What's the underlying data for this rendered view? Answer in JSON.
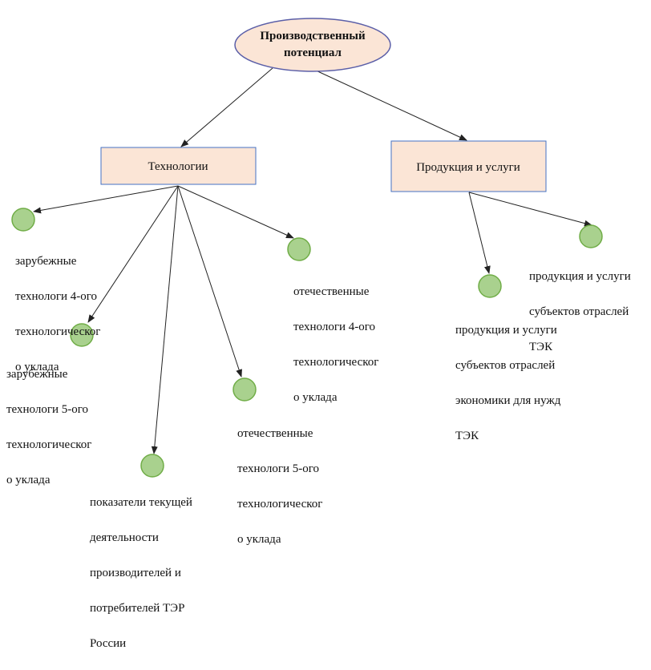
{
  "root": {
    "title_line1": "Производственный",
    "title_line2": "потенциал"
  },
  "branches": {
    "technologies": {
      "label": "Технологии"
    },
    "products": {
      "label": "Продукция и услуги"
    }
  },
  "leaves": {
    "foreign_4": [
      "зарубежные",
      "технологи 4-ого",
      "технологическог",
      "о уклада"
    ],
    "foreign_5": [
      "зарубежные",
      "технологи 5-ого",
      "технологическог",
      "о уклада"
    ],
    "indicators": [
      "показатели текущей",
      "деятельности",
      "производителей и",
      "потребителей ТЭР",
      "России"
    ],
    "domestic_5": [
      "отечественные",
      "технологи 5-ого",
      "технологическог",
      "о уклада"
    ],
    "domestic_4": [
      "отечественные",
      "технологи 4-ого",
      "технологическог",
      "о уклада"
    ],
    "products_economy": [
      "продукция и услуги",
      "субъектов отраслей",
      "экономики для нужд",
      "ТЭК"
    ],
    "products_tek": [
      "продукция и услуги",
      "субъектов отраслей",
      "ТЭК"
    ]
  },
  "colors": {
    "ellipse_fill": "#fbe5d6",
    "ellipse_stroke": "#5b5fa8",
    "box_fill": "#fbe5d6",
    "box_stroke": "#4472c4",
    "node_fill": "#a9d18e",
    "node_stroke": "#70ad47",
    "arrow": "#222222"
  }
}
